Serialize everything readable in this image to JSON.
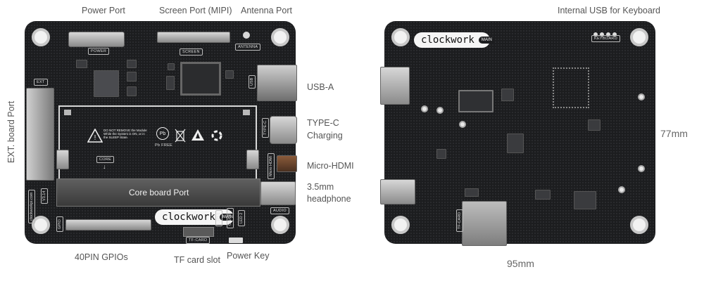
{
  "labels": {
    "power_port": "Power Port",
    "screen_port": "Screen Port (MIPI)",
    "antenna_port": "Antenna Port",
    "internal_usb": "Internal USB for Keyboard",
    "usb_a": "USB-A",
    "type_c": "TYPE-C",
    "charging": "Charging",
    "micro_hdmi": "Micro-HDMI",
    "headphone_line1": "3.5mm",
    "headphone_line2": "headphone",
    "ext_board_port": "EXT. board  Port",
    "gpios": "40PIN GPIOs",
    "tf_card_slot": "TF card slot",
    "power_key": "Power Key",
    "width_dim": "95mm",
    "height_dim": "77mm"
  },
  "silkscreen": {
    "power": "POWER",
    "screen": "SCREEN",
    "antenna": "ANTENNA",
    "usb": "USB",
    "typec": "TYPE-C",
    "micro_hdmi": "Micro HDMI",
    "audio": "AUDIO",
    "ext": "EXT",
    "core": "CORE",
    "core_board_port": "Core board Port",
    "tf_card": "TF-CARD",
    "led_1": "LED 1",
    "led_2": "LED 2",
    "on_off": "ON/OFF",
    "gpio_pin": "GPIO",
    "keyboard": "KEYBOARD",
    "website": "clockworkpi.com",
    "version": "V3.14",
    "warning": "DO NOT REMOVE the Module While the System is ON, or in the SLEEP State.",
    "pb_free": "Pb FREE",
    "tf_card_back": "TF-CARD"
  },
  "logo": {
    "brand": "clockwork",
    "badge": "MAIN"
  },
  "colors": {
    "board": "#1c1d1f",
    "silkscreen": "#dddddd",
    "label_text": "#555555",
    "mount_hole": "#f2f2f2"
  }
}
